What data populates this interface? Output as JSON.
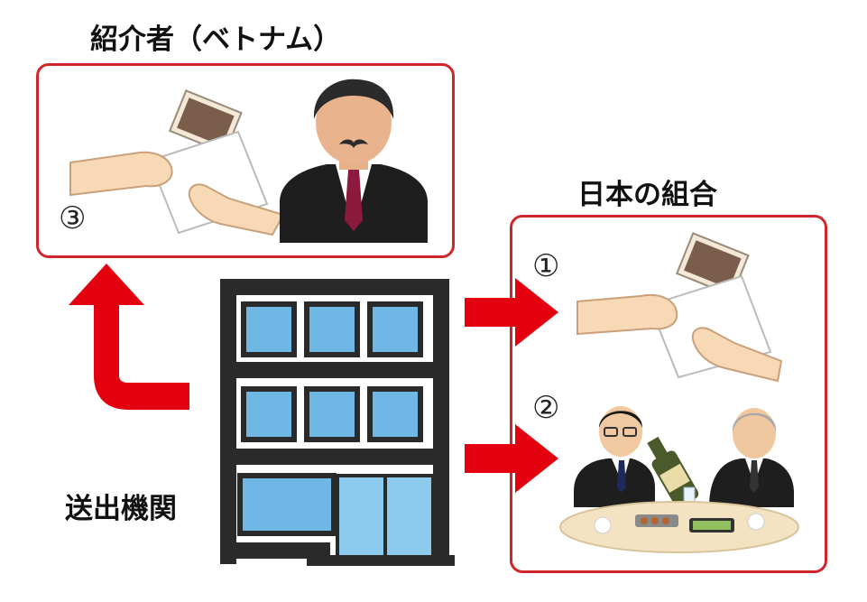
{
  "labels": {
    "introducer": "紹介者（ベトナム）",
    "japan_union": "日本の組合",
    "sending_org": "送出機関"
  },
  "markers": {
    "one": "①",
    "two": "②",
    "three": "③"
  },
  "colors": {
    "border": "#d0262b",
    "arrow": "#e3000f",
    "building": "#2a2a2a",
    "window": "#6fb8e6",
    "skin": "#f7d9b5",
    "envelope": "#ffffff",
    "suit": "#1e1e1e"
  }
}
